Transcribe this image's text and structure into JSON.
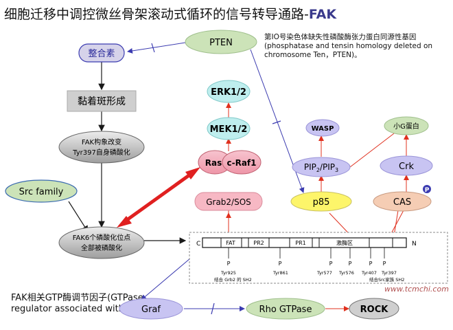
{
  "title": {
    "main": "细胞迁移中调控微丝骨架滚动式循环的信号转导通路-",
    "suffix": "FAK"
  },
  "note_pten": "第IO号染色体缺失性磷酸酶张力蛋白同源性基因(phosphatase and tensin homology deleted on chromosome Ten，PTEN)。",
  "note_gap": "FAK相关GTP酶调节因子(GTPase regulator associated with FAK)",
  "nodes": {
    "pten": "PTEN",
    "integrin": "整合素",
    "adhesion": "黏着斑形成",
    "fak1_line1": "FAK构象改变",
    "fak1_line2": "Tyr397自身磷酸化",
    "src": "Src family",
    "fak6_line1": "FAK6个磷酸化位点",
    "fak6_line2": "全部被磷酸化",
    "erk": "ERK1/2",
    "mek": "MEK1/2",
    "ras": "Ras",
    "raf": "c-Raf1",
    "grb2": "Grab2/SOS",
    "wasp": "WASP",
    "pip": "PIP",
    "pip_sub1": "2",
    "pip_sep": "/PIP",
    "pip_sub2": "3",
    "p85": "p85",
    "small_g": "小G蛋白",
    "crk": "Crk",
    "cas": "CAS",
    "p_badge": "P",
    "graf": "Graf",
    "rho": "Rho GTPase",
    "rock": "ROCK"
  },
  "domain_bar": {
    "c": "C",
    "n": "N",
    "fat": "FAT",
    "pr2": "PR2",
    "pr1": "PR1",
    "kinase": "激酶区",
    "p": "P",
    "tyr925": "Tyr925",
    "tyr861": "Tyr861",
    "tyr577": "Tyr577",
    "tyr576": "Tyr576",
    "tyr407": "Tyr407",
    "tyr397": "Tyr397",
    "bind_grb2": "结合 Grb2 的 SH2",
    "bind_src": "结合Src家族 SH2"
  },
  "watermark": "www.tcmchi.com",
  "colors": {
    "node_fill": "#d6d3ea",
    "node_green": "#cce3b8",
    "node_gray": "#cfcfcf",
    "node_cyan": "#bfeeee",
    "node_pink": "#f7b8c4",
    "node_yellow": "#fdf56a",
    "node_pip": "#c8c4f2",
    "node_cas": "#f5cdb4",
    "arrow_black": "#1a1a1a",
    "arrow_blue": "#3b3bb0",
    "arrow_red": "#e0301e"
  }
}
